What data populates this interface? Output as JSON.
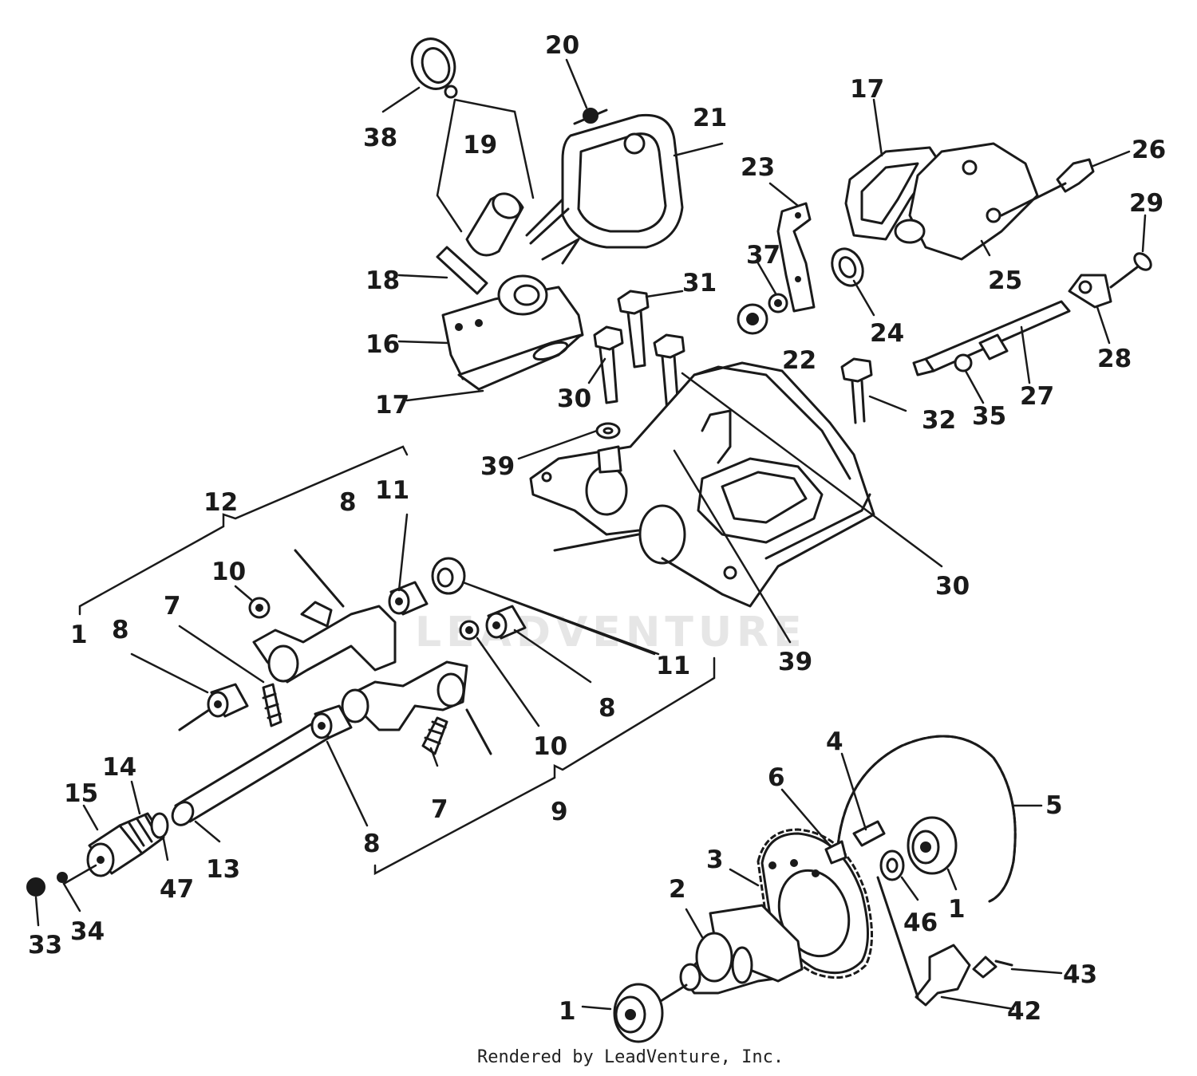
{
  "callouts": {
    "c1": "1",
    "c2": "2",
    "c3": "3",
    "c4": "4",
    "c5": "5",
    "c6": "6",
    "c7": "7",
    "c8": "8",
    "c9": "9",
    "c10": "10",
    "c11": "11",
    "c12": "12",
    "c13": "13",
    "c14": "14",
    "c15": "15",
    "c16": "16",
    "c17": "17",
    "c18": "18",
    "c19": "19",
    "c20": "20",
    "c21": "21",
    "c22": "22",
    "c23": "23",
    "c24": "24",
    "c25": "25",
    "c26": "26",
    "c27": "27",
    "c28": "28",
    "c29": "29",
    "c30": "30",
    "c31": "31",
    "c32": "32",
    "c33": "33",
    "c34": "34",
    "c35": "35",
    "c37": "37",
    "c38": "38",
    "c39": "39",
    "c42": "42",
    "c43": "43",
    "c46": "46",
    "c47": "47"
  },
  "watermark": "LEADVENTURE",
  "footer": {
    "credit": "Rendered by LeadVenture, Inc."
  }
}
